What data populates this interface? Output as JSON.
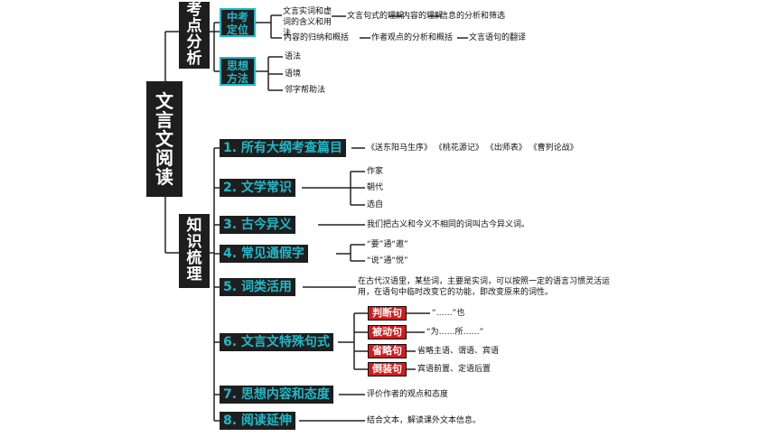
{
  "root": "文言文阅读",
  "kaodian": {
    "label": "考点分析",
    "positioning": {
      "label": "中考定位",
      "row1": {
        "a": "文言实词和虚词的含义和用法",
        "b": "文言句式的理解",
        "c": "内容的理解",
        "d": "信息的分析和筛选"
      },
      "row2": {
        "a": "内容的归纳和概括",
        "b": "作者观点的分析和概括",
        "c": "文言语句的翻译"
      }
    },
    "methods": {
      "label": "思想方法",
      "items": [
        "语法",
        "语境",
        "邻字帮助法"
      ]
    }
  },
  "zhishi": {
    "label": "知识梳理",
    "branches": [
      {
        "label": "1. 所有大纲考查篇目",
        "detail": "《送东阳马生序》 《桃花源记》 《出师表》 《曹刿论战》"
      },
      {
        "label": "2. 文学常识",
        "items": [
          "作家",
          "朝代",
          "选自"
        ]
      },
      {
        "label": "3. 古今异义",
        "detail": "我们把古义和今义不相同的词叫古今异义词。"
      },
      {
        "label": "4. 常见通假字",
        "items": [
          "“要”通“邀”",
          "“说”通“悦”"
        ]
      },
      {
        "label": "5. 词类活用",
        "detail": "在古代汉语里，某些词，主要是实词，可以按照一定的语言习惯灵活运用，在语句中临时改变它的功能，即改变原来的词性。"
      },
      {
        "label": "6. 文言文特殊句式",
        "subs": [
          {
            "label": "判断句",
            "detail": "“……”也"
          },
          {
            "label": "被动句",
            "detail": "“为……所……”"
          },
          {
            "label": "省略句",
            "detail": "省略主语、谓语、宾语"
          },
          {
            "label": "倒装句",
            "detail": "宾语前置、定语后置"
          }
        ]
      },
      {
        "label": "7. 思想内容和态度",
        "detail": "评价作者的观点和态度"
      },
      {
        "label": "8. 阅读延伸",
        "detail": "结合文本，解读课外文本信息。"
      }
    ]
  },
  "colors": {
    "accent": "#1fb9c9",
    "dark": "#1e1e1e",
    "red": "#d41b1b"
  }
}
